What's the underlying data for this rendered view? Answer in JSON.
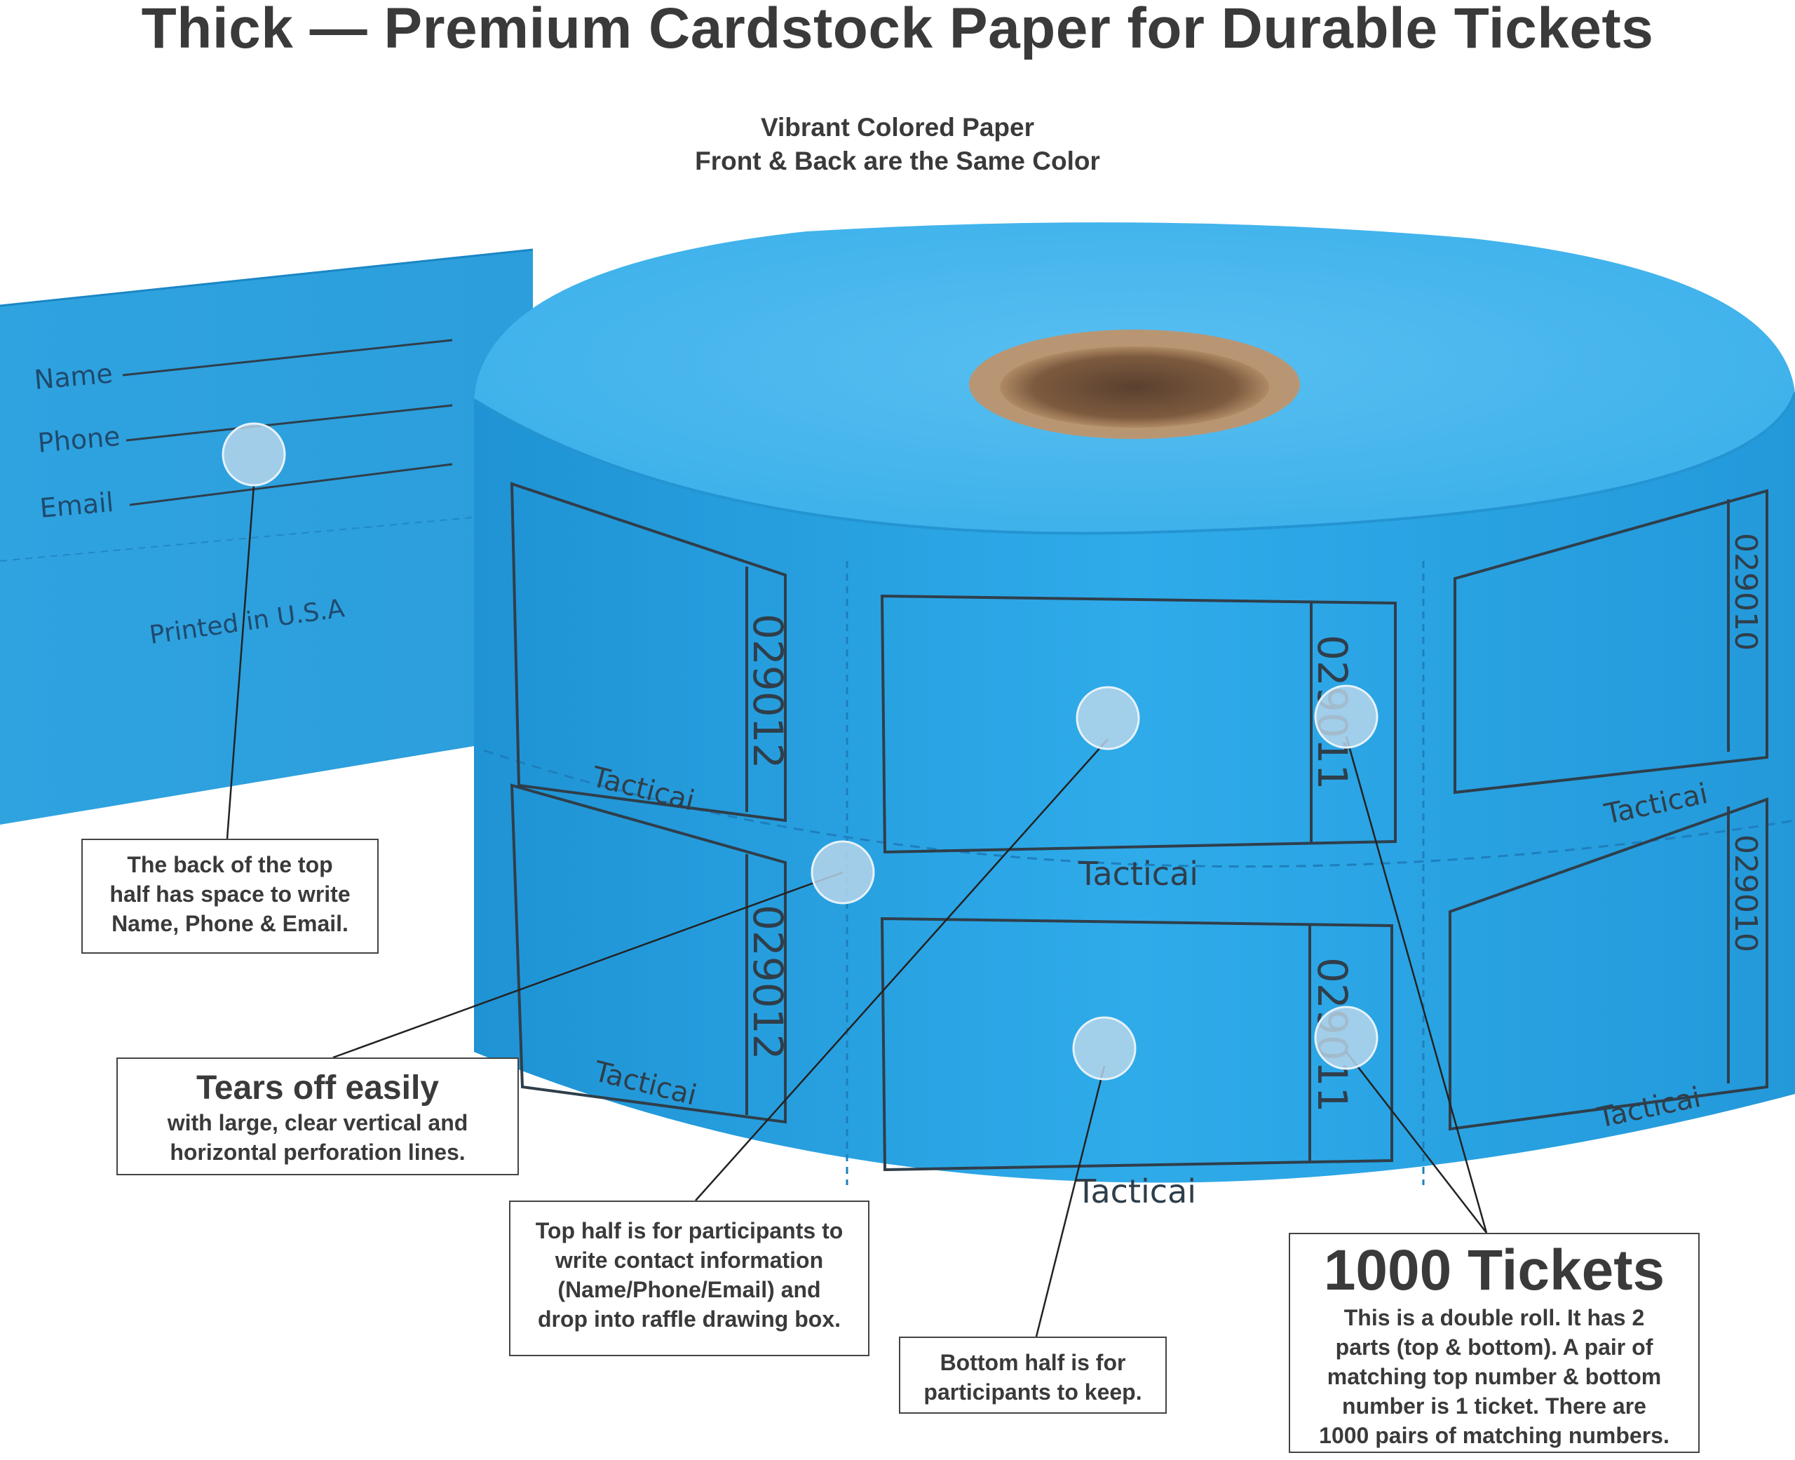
{
  "header": {
    "title": "Thick — Premium Cardstock Paper for Durable Tickets",
    "subtitle_line1": "Vibrant Colored Paper",
    "subtitle_line2": "Front & Back are the Same Color"
  },
  "strip": {
    "name_label": "Name",
    "phone_label": "Phone",
    "email_label": "Email",
    "printed": "Printed in U.S.A"
  },
  "tickets": {
    "brand": "Tacticai",
    "number_left": "029012",
    "number_middle": "029011",
    "number_right": "029010"
  },
  "callouts": {
    "back_half": {
      "line1": "The back of the top",
      "line2": "half has space to write",
      "line3": "Name, Phone & Email."
    },
    "tears": {
      "heading": "Tears off easily",
      "line1": "with large, clear vertical and",
      "line2": "horizontal perforation lines."
    },
    "top_half": {
      "line1": "Top half is for participants to",
      "line2": "write contact information",
      "line3": "(Name/Phone/Email) and",
      "line4": "drop into raffle drawing box."
    },
    "bottom_half": {
      "line1": "Bottom half is for",
      "line2": "participants to keep."
    },
    "count": {
      "heading": "1000 Tickets",
      "line1": "This is a double roll. It has 2",
      "line2": "parts (top & bottom). A pair of",
      "line3": "matching top number & bottom",
      "line4": "number is 1 ticket. There are",
      "line5": "1000 pairs of matching numbers."
    }
  },
  "colors": {
    "paper": "#2aa6e6",
    "paper_top": "#4cb9ef",
    "core": "#8a6848",
    "outline": "#2f3e4a",
    "marker": "#b9d3e6"
  }
}
